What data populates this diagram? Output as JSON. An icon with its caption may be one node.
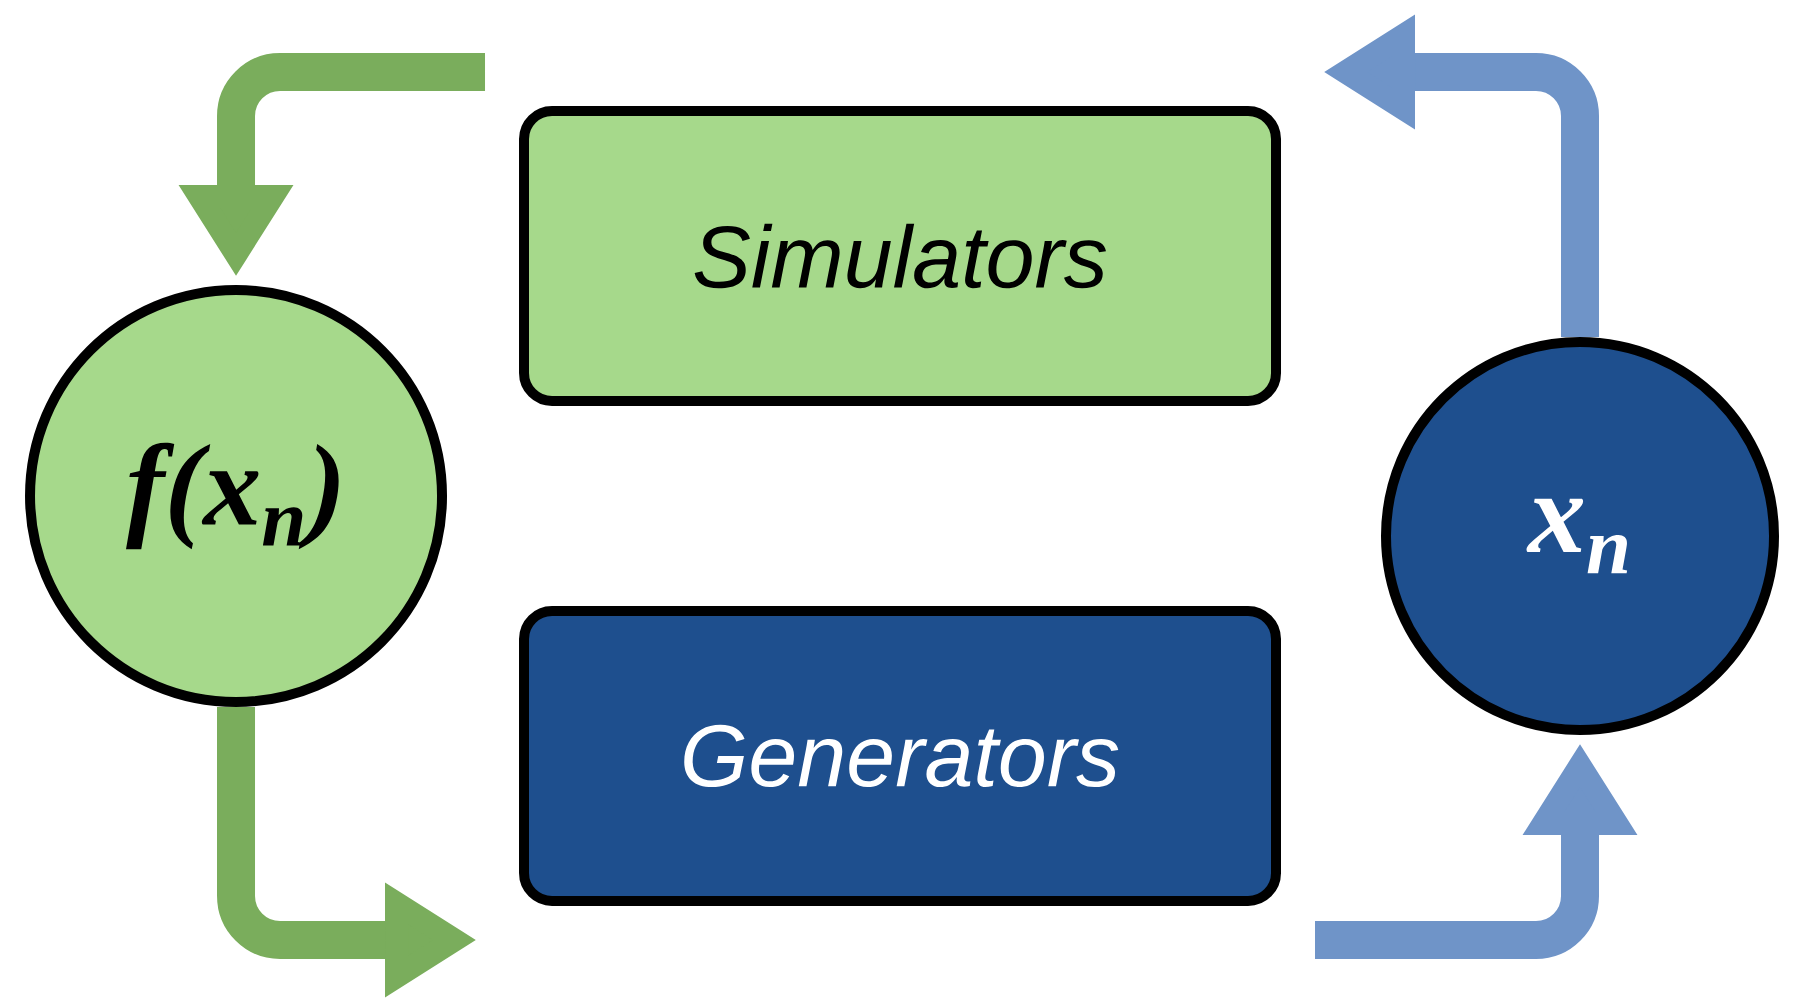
{
  "diagram": {
    "nodes": [
      {
        "text": [
          "Simulators"
        ]
      },
      {
        "text": [
          "f(x$_{n}$)"
        ]
      },
      {
        "text": [
          "Generators"
        ]
      },
      {
        "text": [
          "x$_{n}$"
        ]
      }
    ],
    "edges": [
      {
        "from": 0,
        "to": 1,
        "arrow": "to",
        "color": "#7aad5c"
      },
      {
        "from": 1,
        "to": 2,
        "arrow": "to",
        "color": "#7aad5c"
      },
      {
        "from": 2,
        "to": 3,
        "arrow": "to",
        "color": "#6f94c8"
      },
      {
        "from": 3,
        "to": 0,
        "arrow": "to",
        "color": "#6f94c8"
      }
    ]
  }
}
